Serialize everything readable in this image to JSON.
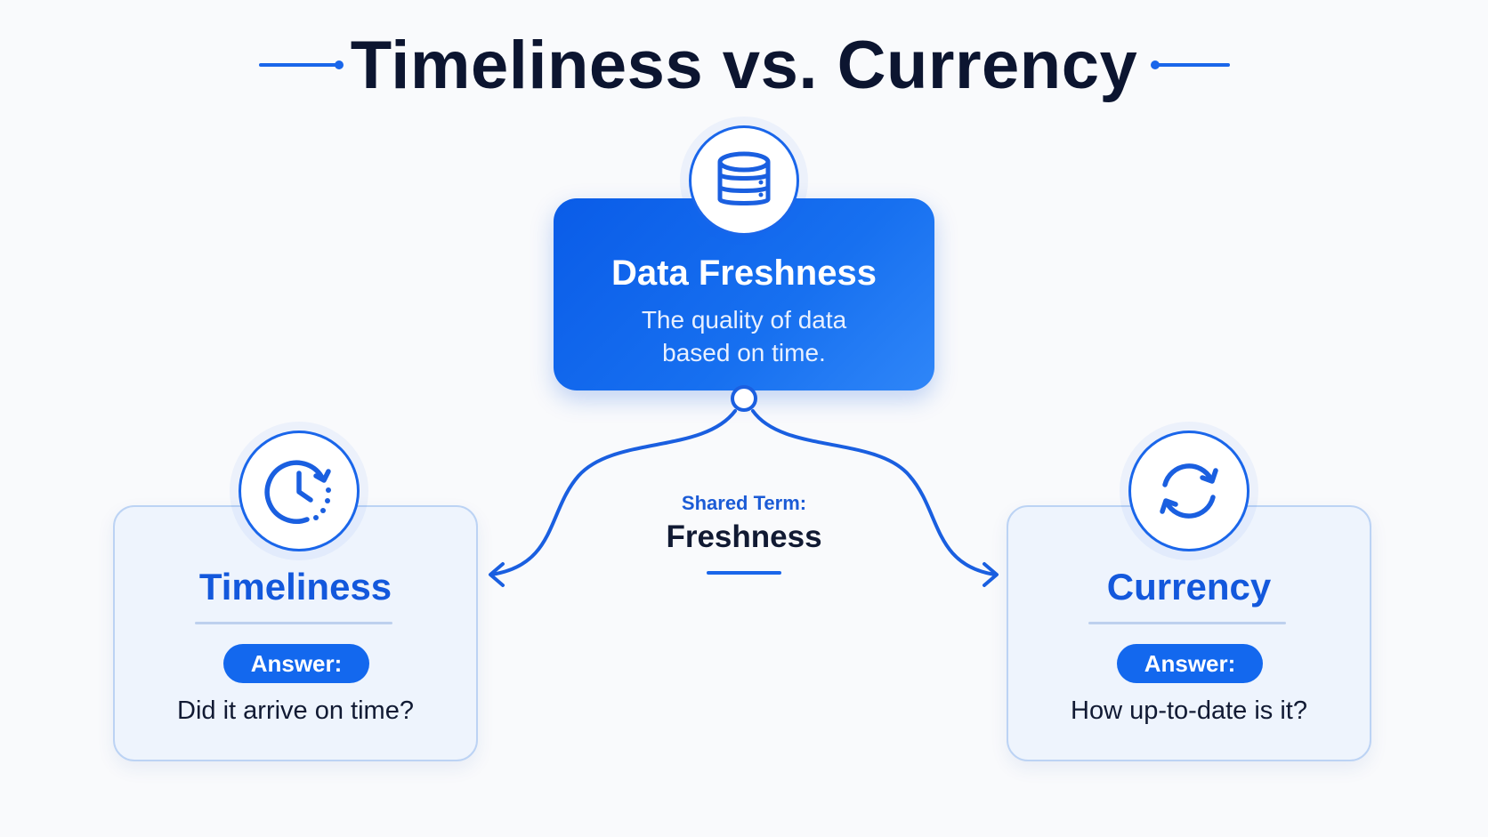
{
  "title": "Timeliness vs. Currency",
  "colors": {
    "accent": "#1368ee",
    "dark_text": "#0c1530",
    "card_bg": "#eef4fd",
    "card_border": "#bcd3f4",
    "main_box_gradient_start": "#0a5ce8",
    "main_box_gradient_end": "#2f86f8"
  },
  "central": {
    "icon": "database-icon",
    "title": "Data Freshness",
    "description": "The quality of data based on time."
  },
  "shared_term": {
    "label": "Shared Term:",
    "value": "Freshness"
  },
  "left_card": {
    "icon": "clock-refresh-icon",
    "title": "Timeliness",
    "badge": "Answer:",
    "question": "Did it arrive on time?"
  },
  "right_card": {
    "icon": "sync-arrows-icon",
    "title": "Currency",
    "badge": "Answer:",
    "question": "How up-to-date is it?"
  }
}
